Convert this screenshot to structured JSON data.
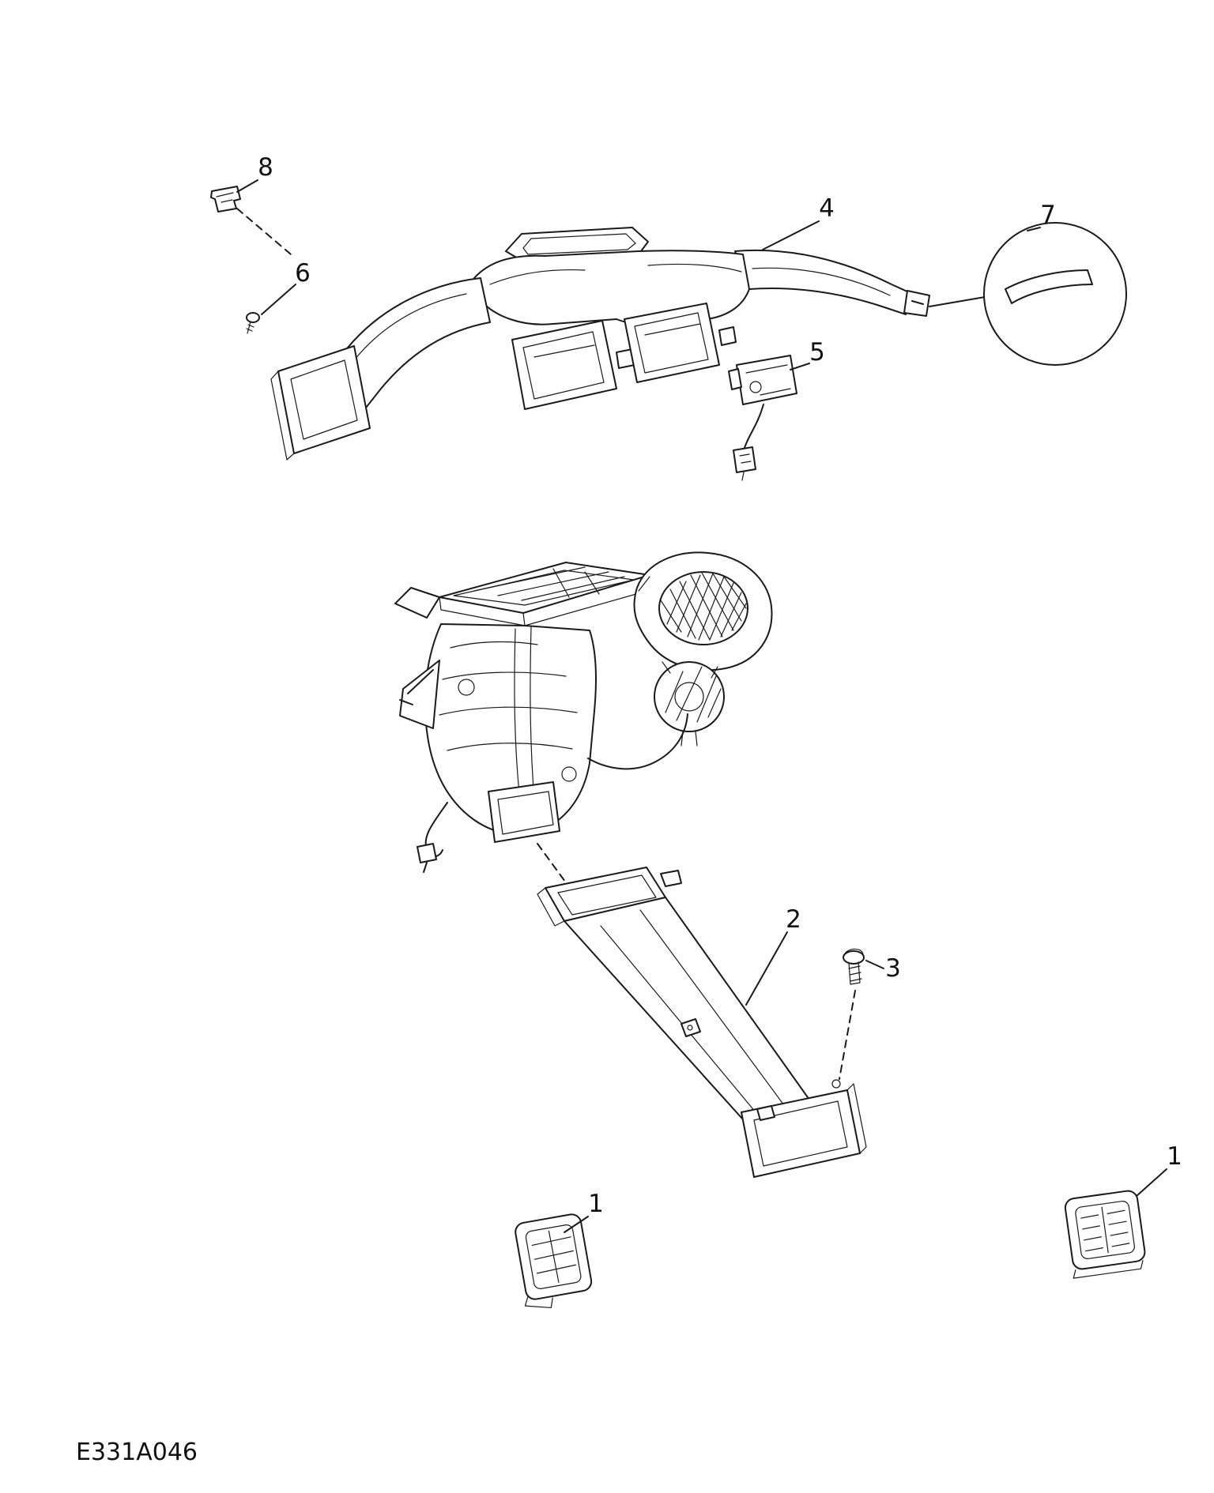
{
  "figure": {
    "code": "E331A046"
  },
  "colors": {
    "background": "#ffffff",
    "line": "#1a1a1a",
    "text": "#111111"
  },
  "callouts": {
    "c8": {
      "label": "8"
    },
    "c6": {
      "label": "6"
    },
    "c4": {
      "label": "4"
    },
    "c7": {
      "label": "7"
    },
    "c5": {
      "label": "5"
    },
    "c2": {
      "label": "2"
    },
    "c3": {
      "label": "3"
    },
    "c1_left": {
      "label": "1"
    },
    "c1_right": {
      "label": "1"
    }
  }
}
